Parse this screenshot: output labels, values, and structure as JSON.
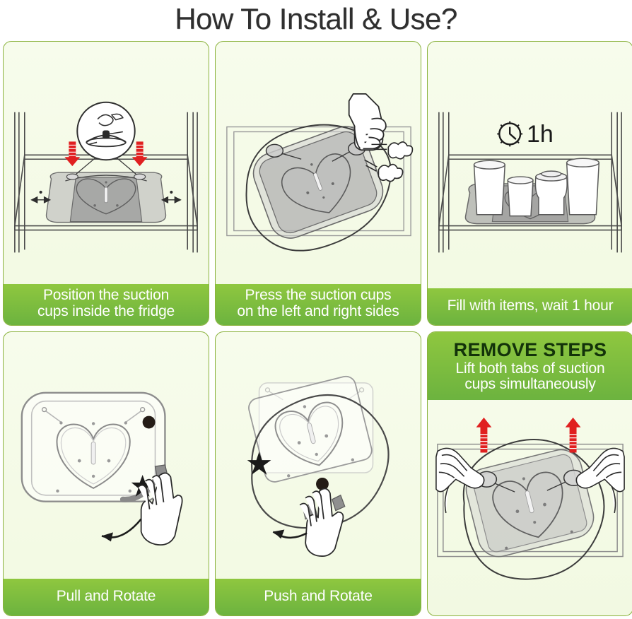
{
  "header": {
    "title": "How To Install & Use?"
  },
  "colors": {
    "panel_border": "#8ab23c",
    "panel_bg": "#f5fbe8",
    "caption_green_top": "#8fc73f",
    "caption_green_bottom": "#6cb33f",
    "caption_text": "#ffffff",
    "remove_title_text": "#13330a",
    "arrow_red": "#e02020",
    "line_art": "#333333",
    "tray_gray": "#8d8d8d",
    "page_bg": "#ffffff"
  },
  "panels": [
    {
      "id": "step-1",
      "caption": "Position the suction cups inside the fridge",
      "caption_lines": [
        "Position the suction",
        "cups inside the fridge"
      ],
      "caption_position": "bottom",
      "scene": "fridge-shelf-with-tray",
      "icons": [
        "red-down-arrow",
        "red-down-arrow",
        "magnifier-circle",
        "left-right-arrow",
        "left-right-arrow"
      ]
    },
    {
      "id": "step-2",
      "caption": "Press the suction cups on the left and right sides",
      "caption_lines": [
        "Press the suction cups",
        "on the left and right sides"
      ],
      "caption_position": "bottom",
      "scene": "hand-pressing-suction-cup",
      "icons": [
        "hand-pointing-icon",
        "air-puff-icon",
        "air-puff-icon"
      ]
    },
    {
      "id": "step-3",
      "caption": "Fill with items, wait 1 hour",
      "caption_lines": [
        "Fill with items, wait 1 hour"
      ],
      "caption_position": "bottom",
      "scene": "shelf-with-containers",
      "timer_label": "1h",
      "icons": [
        "clock-icon"
      ]
    },
    {
      "id": "step-4",
      "caption": "Pull and Rotate",
      "caption_lines": [
        "Pull and Rotate"
      ],
      "caption_position": "bottom",
      "scene": "tray-pull-tab",
      "icons": [
        "hand-grip-icon",
        "star-marker-icon",
        "dot-marker-icon",
        "curved-arrow-icon"
      ]
    },
    {
      "id": "step-5",
      "caption": "Push and Rotate",
      "caption_lines": [
        "Push and Rotate"
      ],
      "caption_position": "bottom",
      "scene": "tray-rotated-push-tab",
      "icons": [
        "hand-push-icon",
        "star-marker-icon",
        "dot-marker-icon",
        "curved-arrow-icon"
      ]
    },
    {
      "id": "step-6",
      "header_title": "REMOVE STEPS",
      "header_subtitle": "Lift both tabs of suction cups simultaneously",
      "header_subtitle_lines": [
        "Lift both tabs of suction",
        "cups simultaneously"
      ],
      "caption_position": "top",
      "scene": "two-hands-lifting-tabs",
      "icons": [
        "red-up-arrow",
        "red-up-arrow",
        "left-hand-icon",
        "right-hand-icon"
      ]
    }
  ]
}
